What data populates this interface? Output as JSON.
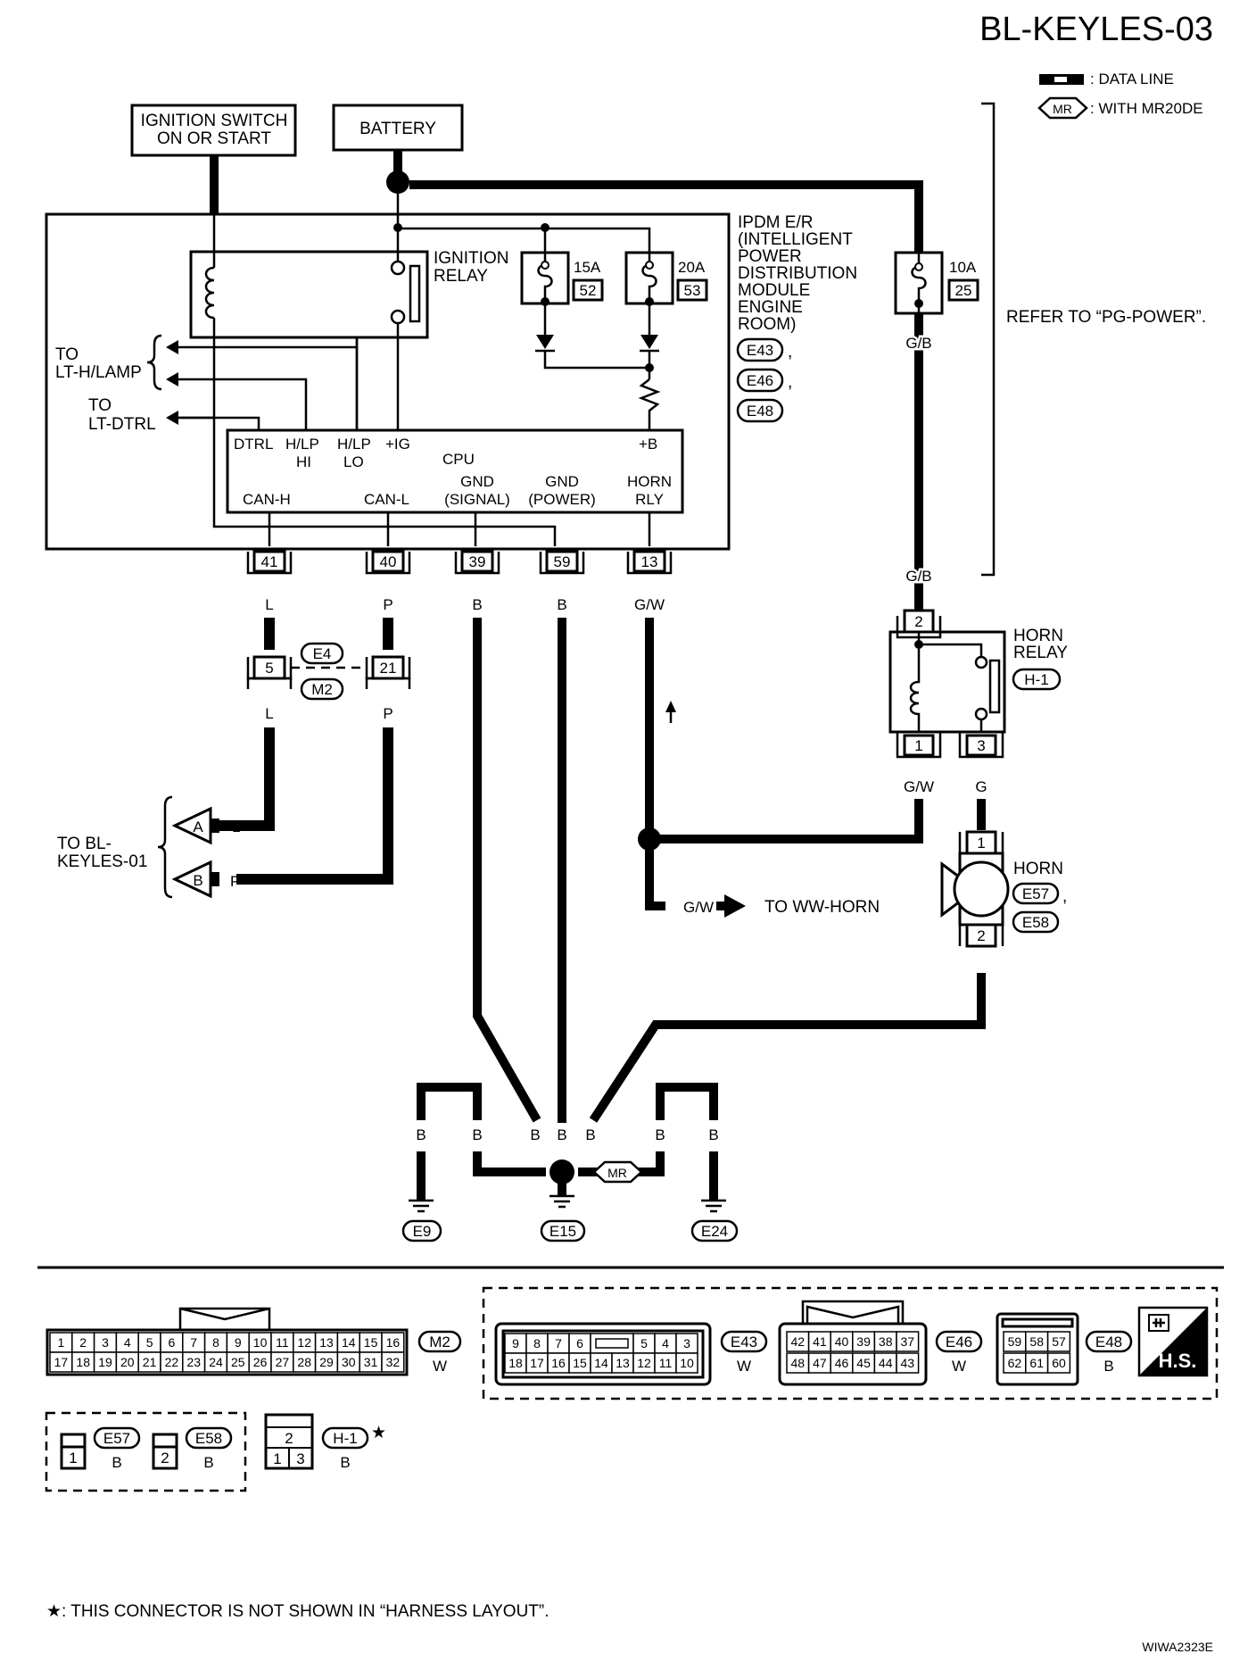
{
  "page": {
    "title": "BL-KEYLES-03",
    "figure_id": "WIWA2323E",
    "footnote": "★: THIS CONNECTOR IS NOT SHOWN IN “HARNESS LAYOUT”."
  },
  "legend": {
    "data_line": ": DATA LINE",
    "mr_tag": "MR",
    "mr_text": ": WITH MR20DE"
  },
  "top_boxes": {
    "ignition_line1": "IGNITION SWITCH",
    "ignition_line2": "ON OR START",
    "battery": "BATTERY"
  },
  "ipdm": {
    "lines": [
      "IPDM E/R",
      "(INTELLIGENT",
      "POWER",
      "DISTRIBUTION",
      "MODULE",
      "ENGINE",
      "ROOM)"
    ],
    "connectors": [
      "E43",
      "E46",
      "E48"
    ],
    "ignition_relay": [
      "IGNITION",
      "RELAY"
    ],
    "fuses": [
      {
        "amp": "15A",
        "num": "52"
      },
      {
        "amp": "20A",
        "num": "53"
      },
      {
        "amp": "10A",
        "num": "25"
      }
    ],
    "cpu": {
      "label": "CPU",
      "top_pins": [
        "DTRL",
        "H/LP",
        "HI",
        "H/LP",
        "LO",
        "+IG",
        "+B"
      ],
      "bottom_pins": [
        "CAN-H",
        "CAN-L",
        "GND",
        "(SIGNAL)",
        "GND",
        "(POWER)",
        "HORN",
        "RLY"
      ]
    },
    "terminals": [
      "41",
      "40",
      "39",
      "59",
      "13"
    ]
  },
  "left_refs": {
    "to": "TO",
    "lt_hlamp": "LT-H/LAMP",
    "lt_dtrl": "LT-DTRL",
    "keyles_line1": "TO BL-",
    "keyles_line2": "KEYLES-01",
    "a": "A",
    "b": "B"
  },
  "wires": {
    "L": "L",
    "P": "P",
    "B": "B",
    "GW": "G/W",
    "GB": "G/B",
    "G": "G"
  },
  "joint": {
    "pin_l": "5",
    "pin_p": "21",
    "conn_top": "E4",
    "conn_bottom": "M2"
  },
  "refer_text": "REFER TO “PG-POWER”.",
  "horn_relay": {
    "line1": "HORN",
    "line2": "RELAY",
    "conn": "H-1",
    "pins": [
      "2",
      "1",
      "3"
    ]
  },
  "horn": {
    "label": "HORN",
    "conns": [
      "E57",
      "E58"
    ],
    "pins": [
      "1",
      "2"
    ]
  },
  "to_ww_horn": "TO WW-HORN",
  "grounds": [
    "E9",
    "E15",
    "E24"
  ],
  "connector_faces": {
    "m2": {
      "id": "M2",
      "color": "W",
      "row1": [
        "1",
        "2",
        "3",
        "4",
        "5",
        "6",
        "7",
        "8",
        "9",
        "10",
        "11",
        "12",
        "13",
        "14",
        "15",
        "16"
      ],
      "row2": [
        "17",
        "18",
        "19",
        "20",
        "21",
        "22",
        "23",
        "24",
        "25",
        "26",
        "27",
        "28",
        "29",
        "30",
        "31",
        "32"
      ]
    },
    "e43": {
      "id": "E43",
      "color": "W",
      "row1": [
        "9",
        "8",
        "7",
        "6",
        "",
        "5",
        "4",
        "3"
      ],
      "row2": [
        "18",
        "17",
        "16",
        "15",
        "14",
        "13",
        "12",
        "11",
        "10"
      ]
    },
    "e46": {
      "id": "E46",
      "color": "W",
      "row1": [
        "42",
        "41",
        "40",
        "39",
        "38",
        "37"
      ],
      "row2": [
        "48",
        "47",
        "46",
        "45",
        "44",
        "43"
      ]
    },
    "e48": {
      "id": "E48",
      "color": "B",
      "row1": [
        "59",
        "58",
        "57"
      ],
      "row2": [
        "62",
        "61",
        "60"
      ]
    },
    "hs": "H.S.",
    "e57": {
      "id": "E57",
      "color": "B",
      "pin": "1"
    },
    "e58": {
      "id": "E58",
      "color": "B",
      "pin": "2"
    },
    "h1": {
      "id": "H-1",
      "color": "B",
      "row1": [
        "2"
      ],
      "row2": [
        "1",
        "3"
      ],
      "star": "★"
    }
  }
}
